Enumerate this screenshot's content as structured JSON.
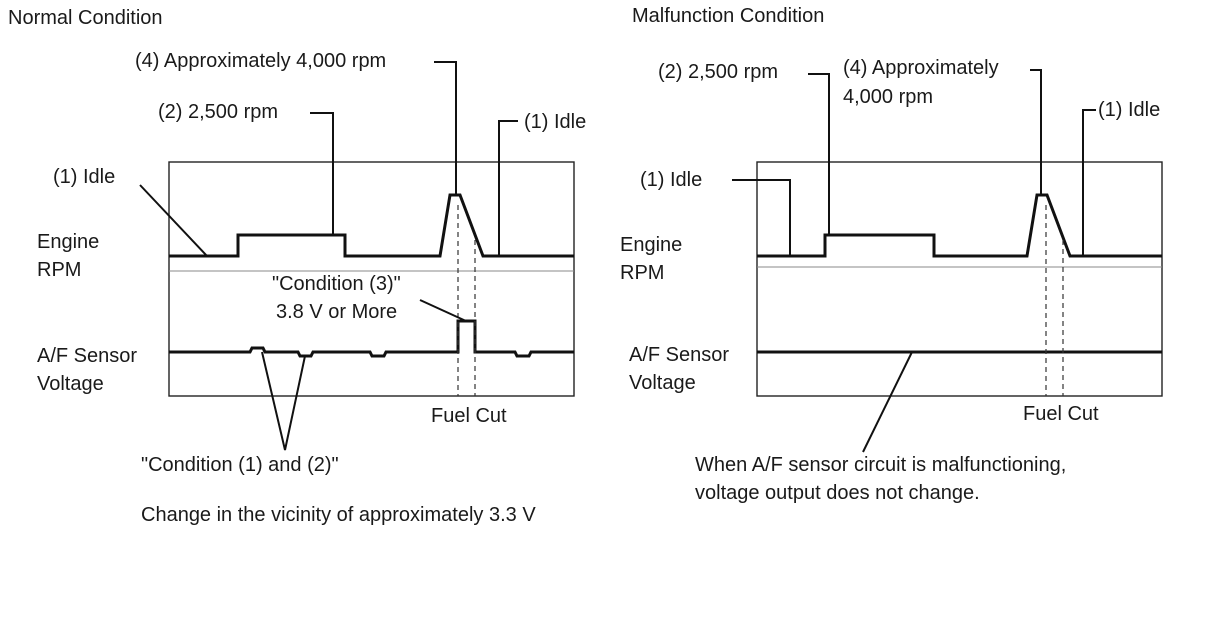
{
  "normal": {
    "title": "Normal Condition",
    "label_idle_left": "(1) Idle",
    "label_2500": "(2) 2,500 rpm",
    "label_4000": "(4) Approximately 4,000 rpm",
    "label_idle_right": "(1) Idle",
    "engine_rpm_line1": "Engine",
    "engine_rpm_line2": "RPM",
    "af_line1": "A/F Sensor",
    "af_line2": "Voltage",
    "condition3_line1": "\"Condition (3)\"",
    "condition3_line2": "3.8 V or More",
    "fuel_cut": "Fuel Cut",
    "condition12": "\"Condition (1) and (2)\"",
    "vicinity_note": "Change in the vicinity of approximately 3.3  V"
  },
  "malfunction": {
    "title": "Malfunction Condition",
    "label_2500": "(2) 2,500 rpm",
    "label_4000_line1": "(4) Approximately",
    "label_4000_line2": "4,000 rpm",
    "label_idle_right": "(1) Idle",
    "label_idle_left": "(1) Idle",
    "engine_rpm_line1": "Engine",
    "engine_rpm_line2": "RPM",
    "af_line1": "A/F Sensor",
    "af_line2": "Voltage",
    "fuel_cut": "Fuel Cut",
    "note_line1": "When A/F sensor circuit is malfunctioning,",
    "note_line2": "voltage output does not change."
  },
  "colors": {
    "ink": "#111111",
    "separator": "#888888",
    "background": "#ffffff"
  }
}
